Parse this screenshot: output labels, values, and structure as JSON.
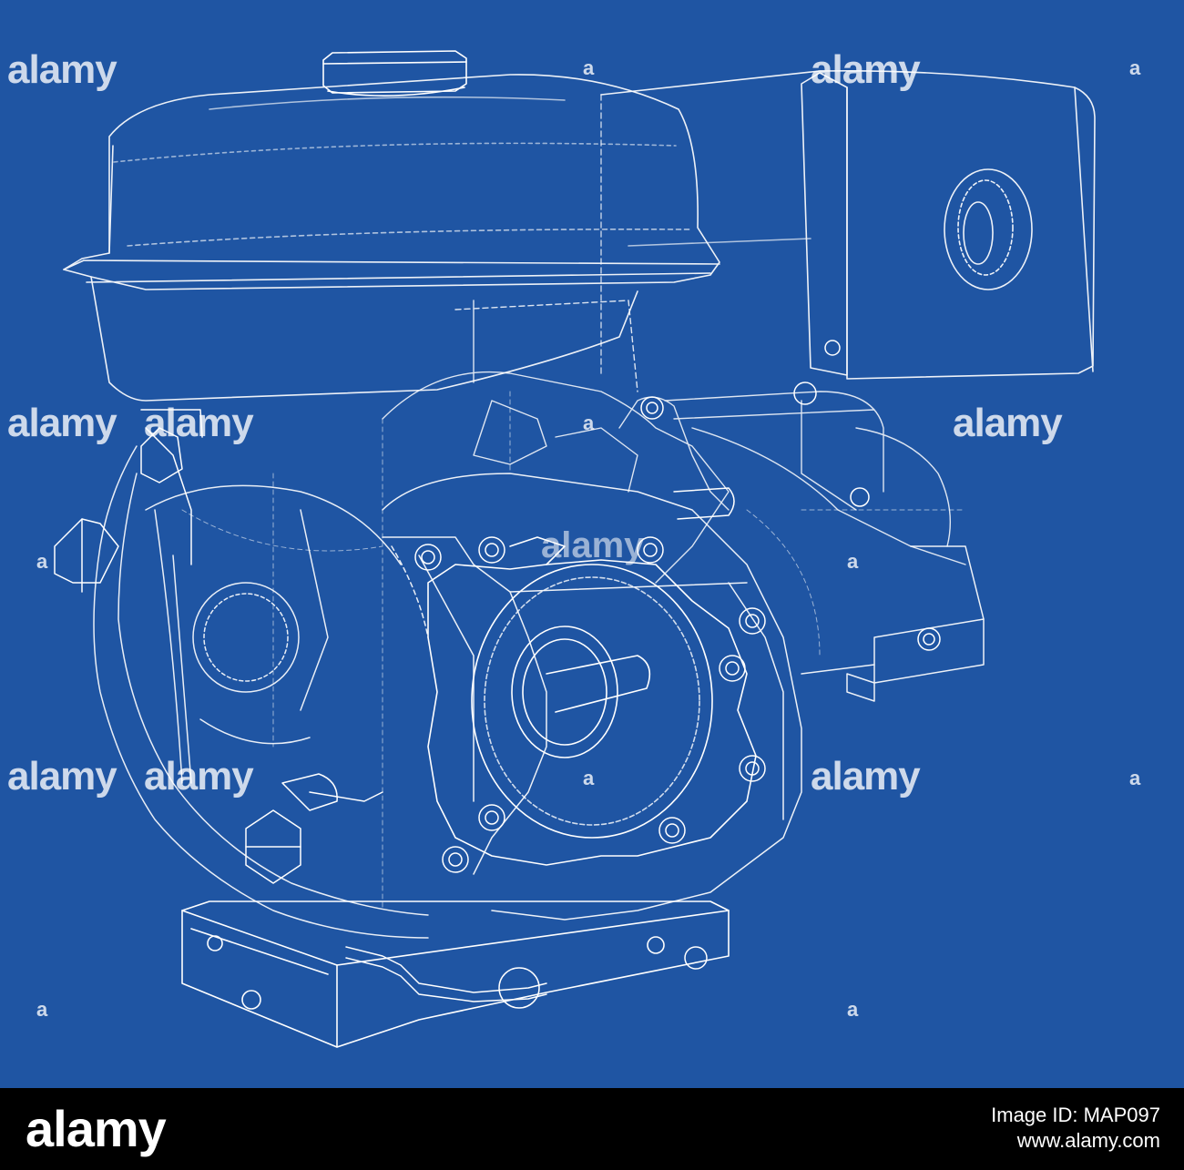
{
  "watermark": {
    "text": "alamy",
    "mark": "a"
  },
  "footer": {
    "logo": "alamy",
    "image_id": "Image ID: MAP097",
    "url": "www.alamy.com"
  },
  "colors": {
    "background": "#1f55a3",
    "line": "#ffffff",
    "footer": "#000000"
  }
}
